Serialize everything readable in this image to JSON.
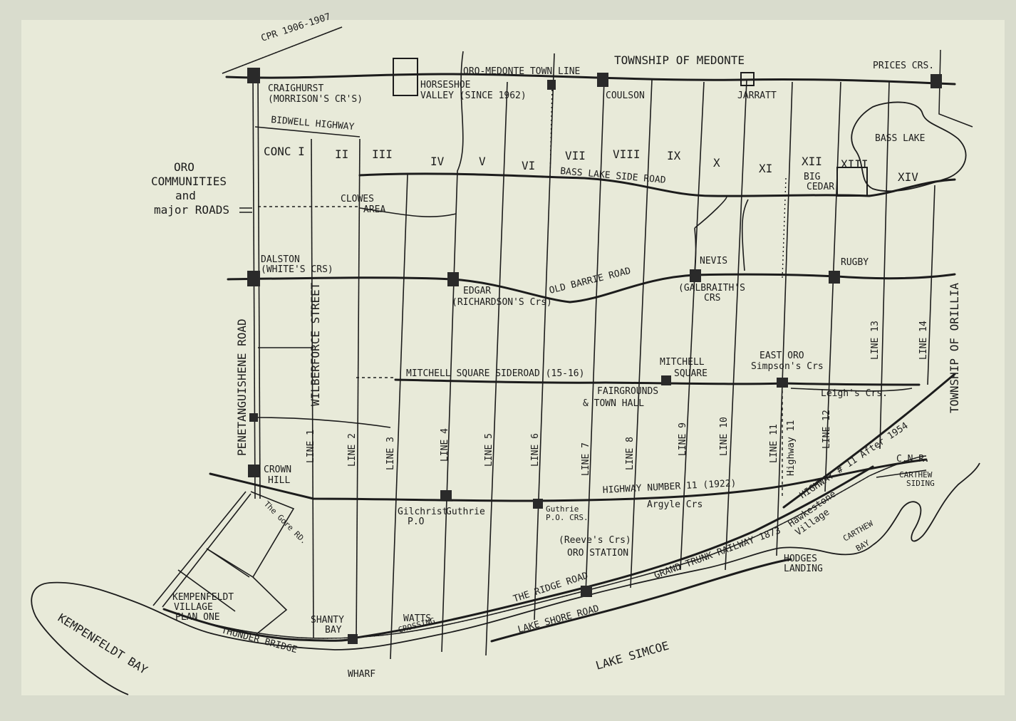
{
  "rail": {
    "cpr": "CPR 1906-1907",
    "gtr": "GRAND TRUNK RAILWAY 1873",
    "cnr": "C.N.R."
  },
  "townships": {
    "north": "TOWNSHIP OF MEDONTE",
    "east": "TOWNSHIP OF ORILLIA"
  },
  "legend": {
    "line1": "ORO",
    "line2": "COMMUNITIES",
    "line3": "and",
    "line4": "major ROADS"
  },
  "roads": {
    "town_line": "ORO-MEDONTE TOWN LINE",
    "bidwell": "BIDWELL HIGHWAY",
    "bass_lake": "BASS LAKE SIDE ROAD",
    "old_barrie": "OLD BARRIE ROAD",
    "mitchell": "MITCHELL SQUARE SIDEROAD (15-16)",
    "highway11": "HIGHWAY NUMBER 11 (1922)",
    "highway11_1954": "HIGHWAY # 11 After 1954",
    "highway11_v": "Highway 11",
    "penetanguishene": "PENETANGUISHENE ROAD",
    "wilberforce": "WILBERFORCE STREET",
    "gore": "The Gore RD.",
    "ridge": "THE RIDGE ROAD",
    "lakeshore": "LAKE SHORE ROAD"
  },
  "concessions": [
    "CONC I",
    "II",
    "III",
    "IV",
    "V",
    "VI",
    "VII",
    "VIII",
    "IX",
    "X",
    "XI",
    "XII",
    "XIII",
    "XIV"
  ],
  "lines": [
    "LINE 1",
    "LINE 2",
    "LINE 3",
    "LINE 4",
    "LINE 5",
    "LINE 6",
    "LINE 7",
    "LINE 8",
    "LINE 9",
    "LINE 10",
    "LINE 11",
    "LINE 12",
    "LINE 13",
    "LINE 14"
  ],
  "places": {
    "prices": "PRICES CRS.",
    "craighurst1": "CRAIGHURST",
    "craighurst2": "(MORRISON'S CR'S)",
    "horseshoe1": "HORSESHOE",
    "horseshoe2": "VALLEY (SINCE 1962)",
    "coulson": "COULSON",
    "jarratt": "JARRATT",
    "bass_lake": "BASS LAKE",
    "big_cedar1": "BIG",
    "big_cedar2": "CEDAR",
    "clowes1": "CLOWES",
    "clowes2": "AREA",
    "dalston1": "DALSTON",
    "dalston2": "(WHITE'S CRS)",
    "edgar1": "EDGAR",
    "edgar2": "(RICHARDSON'S Crs)",
    "nevis1": "NEVIS",
    "nevis2": "(GALBRAITH'S",
    "nevis3": "CRS",
    "rugby": "RUGBY",
    "east_oro1": "EAST ORO",
    "east_oro2": "Simpson's Crs",
    "leighs": "Leigh's Crs.",
    "mitchell1": "MITCHELL",
    "mitchell2": "SQUARE",
    "fair1": "FAIRGROUNDS",
    "fair2": "& TOWN HALL",
    "crown1": "CROWN",
    "crown2": "HILL",
    "gilchrist1": "Gilchrist",
    "gilchrist2": "P.O",
    "guthrie": "Guthrie",
    "guthrie_po1": "Guthrie",
    "guthrie_po2": "P.O. CRS.",
    "argyle": "Argyle Crs",
    "reeves1": "(Reeve's Crs)",
    "reeves2": "ORO STATION",
    "hawkestone1": "Hawkestone",
    "hawkestone2": "Village",
    "hodges1": "HODGES",
    "hodges2": "LANDING",
    "carthew_bay1": "CARTHEW",
    "carthew_bay2": "BAY",
    "carthew_siding1": "CARTHEW",
    "carthew_siding2": "SIDING",
    "kempenfeldt1": "KEMPENFELDT",
    "kempenfeldt2": "VILLAGE",
    "kempenfeldt3": "PLAN ONE",
    "kempenfeldt_bay": "KEMPENFELDT BAY",
    "thunder": "THUNDER BRIDGE",
    "shanty1": "SHANTY",
    "shanty2": "BAY",
    "watts1": "WATTS",
    "watts2": "CROSSING",
    "wharf": "WHARF",
    "lake_simcoe": "LAKE SIMCOE"
  }
}
